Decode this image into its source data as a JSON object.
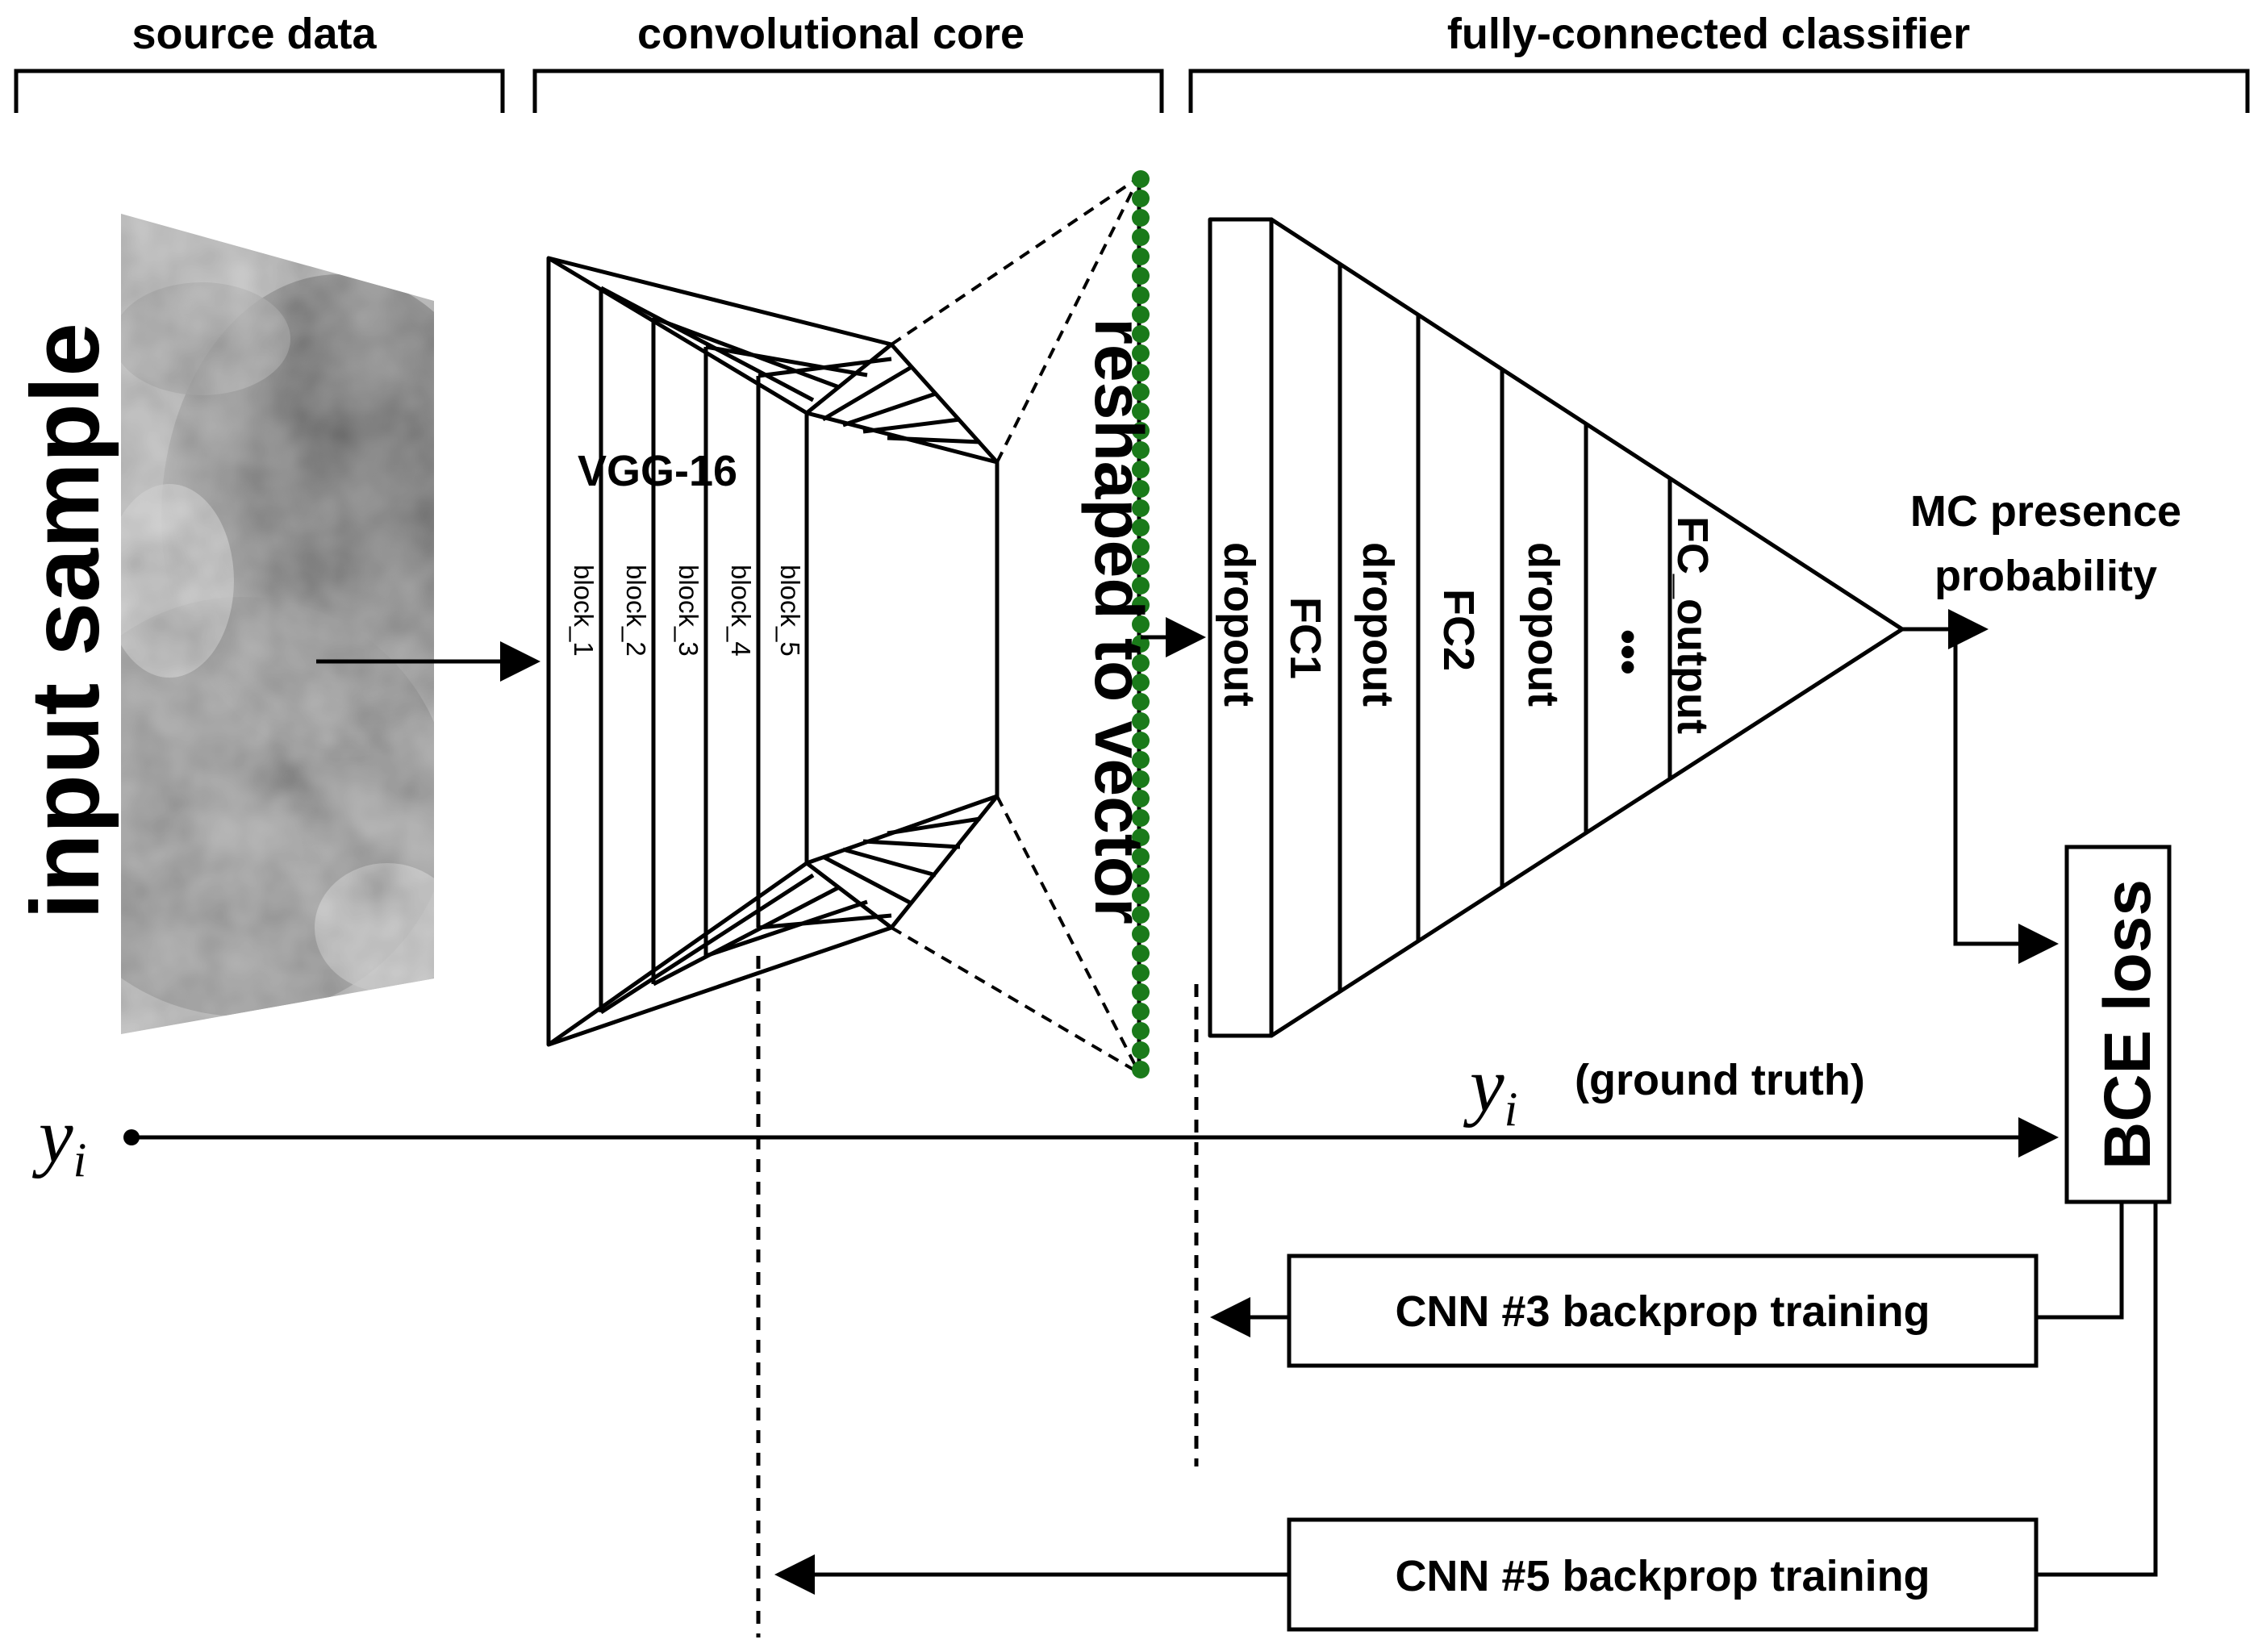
{
  "sections": {
    "source": "source data",
    "conv": "convolutional core",
    "fc": "fully-connected classifier"
  },
  "input_label": "input sample",
  "vgg_label": "VGG-16",
  "blocks": [
    "block_1",
    "block_2",
    "block_3",
    "block_4",
    "block_5"
  ],
  "reshape_label": "reshaped to vector",
  "fc_layers": [
    "dropout",
    "FC1",
    "dropout",
    "FC2",
    "dropout",
    "•••",
    "FC_output"
  ],
  "output_label_line1": "MC presence",
  "output_label_line2": "probability",
  "loss_label": "BCE loss",
  "y_symbol": "y",
  "y_subscript": "i",
  "ground_truth_label": "(ground truth)",
  "cnn3_label": "CNN #3 backprop training",
  "cnn5_label": "CNN #5 backprop training",
  "colors": {
    "line": "#000000",
    "vector_dots": "#1a7a1a",
    "image_light": "#c8c8c8",
    "image_dark": "#5a5a5a"
  }
}
